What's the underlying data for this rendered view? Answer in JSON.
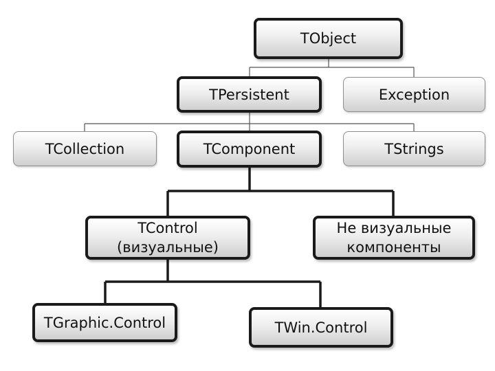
{
  "diagram": {
    "nodes": {
      "tobject": "TObject",
      "tpersistent": "TPersistent",
      "exception": "Exception",
      "tcollection": "TCollection",
      "tcomponent": "TComponent",
      "tstrings": "TStrings",
      "tcontrol": "TControl\n(визуальные)",
      "nonvisual": "Не визуальные\nкомпоненты",
      "tgraphiccontrol": "TGraphic.Control",
      "twincontrol": "TWin.Control"
    }
  }
}
